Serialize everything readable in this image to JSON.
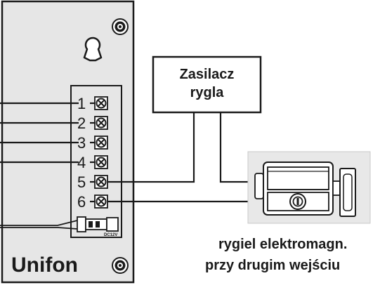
{
  "panel": {
    "brand": "Unifon",
    "terminals": [
      "1",
      "2",
      "3",
      "4",
      "5",
      "6"
    ],
    "connector_label": "DC12V"
  },
  "power_supply": {
    "line1": "Zasilacz",
    "line2": "rygla"
  },
  "lock": {
    "caption_line1": "rygiel elektromagn.",
    "caption_line2": "przy drugim wejściu"
  },
  "colors": {
    "panel_fill": "#e6e6e6",
    "lock_fill": "#e8e8e8",
    "line": "#1a1a1a"
  }
}
